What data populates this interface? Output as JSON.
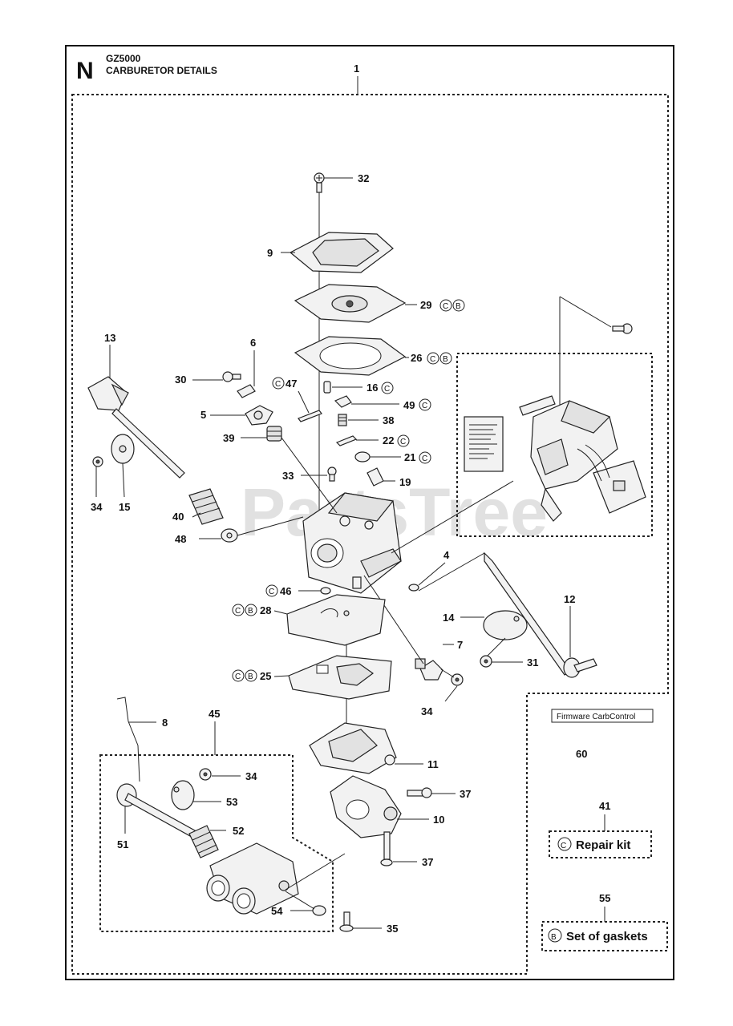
{
  "header": {
    "section_letter": "N",
    "model": "GZ5000",
    "title": "CARBURETOR DETAILS"
  },
  "watermark": "PartsTree",
  "callouts": {
    "c1": "1",
    "c4": "4",
    "c5": "5",
    "c6": "6",
    "c7": "7",
    "c8": "8",
    "c9": "9",
    "c10": "10",
    "c11": "11",
    "c12": "12",
    "c13": "13",
    "c14": "14",
    "c15": "15",
    "c16": "16",
    "c19": "19",
    "c21": "21",
    "c22": "22",
    "c25": "25",
    "c26": "26",
    "c28": "28",
    "c29": "29",
    "c30": "30",
    "c31": "31",
    "c32": "32",
    "c33": "33",
    "c34a": "34",
    "c34b": "34",
    "c34c": "34",
    "c35": "35",
    "c37a": "37",
    "c37b": "37",
    "c38": "38",
    "c39": "39",
    "c40": "40",
    "c41": "41",
    "c45": "45",
    "c46": "46",
    "c47": "47",
    "c48": "48",
    "c49": "49",
    "c51": "51",
    "c52": "52",
    "c53": "53",
    "c54": "54",
    "c55": "55",
    "c60": "60"
  },
  "kit_symbols": {
    "repair": "C",
    "gaskets": "B"
  },
  "firmware_label": "Firmware CarbControl",
  "legend": {
    "repair_kit": "Repair kit",
    "set_of_gaskets": "Set of gaskets"
  }
}
